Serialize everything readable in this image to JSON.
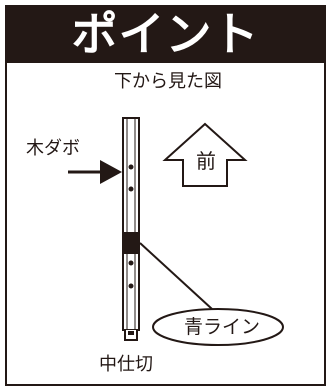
{
  "header": {
    "title": "ポイント"
  },
  "labels": {
    "view": "下から見た図",
    "dowel": "木ダボ",
    "front": "前",
    "blue_line": "青ライン",
    "center_post": "中仕切"
  },
  "colors": {
    "ink": "#231815",
    "background": "#ffffff"
  }
}
